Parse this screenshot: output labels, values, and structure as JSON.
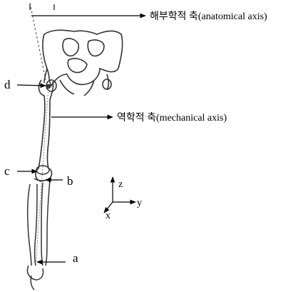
{
  "labels": {
    "anatomical_axis": "해부학적 축(anatomical axis)",
    "mechanical_axis": "역학적 축(mechanical axis)",
    "point_a": "a",
    "point_b": "b",
    "point_c": "c",
    "point_d": "d"
  },
  "coordinate_axes": {
    "z": "z",
    "y": "y",
    "x": "x"
  }
}
